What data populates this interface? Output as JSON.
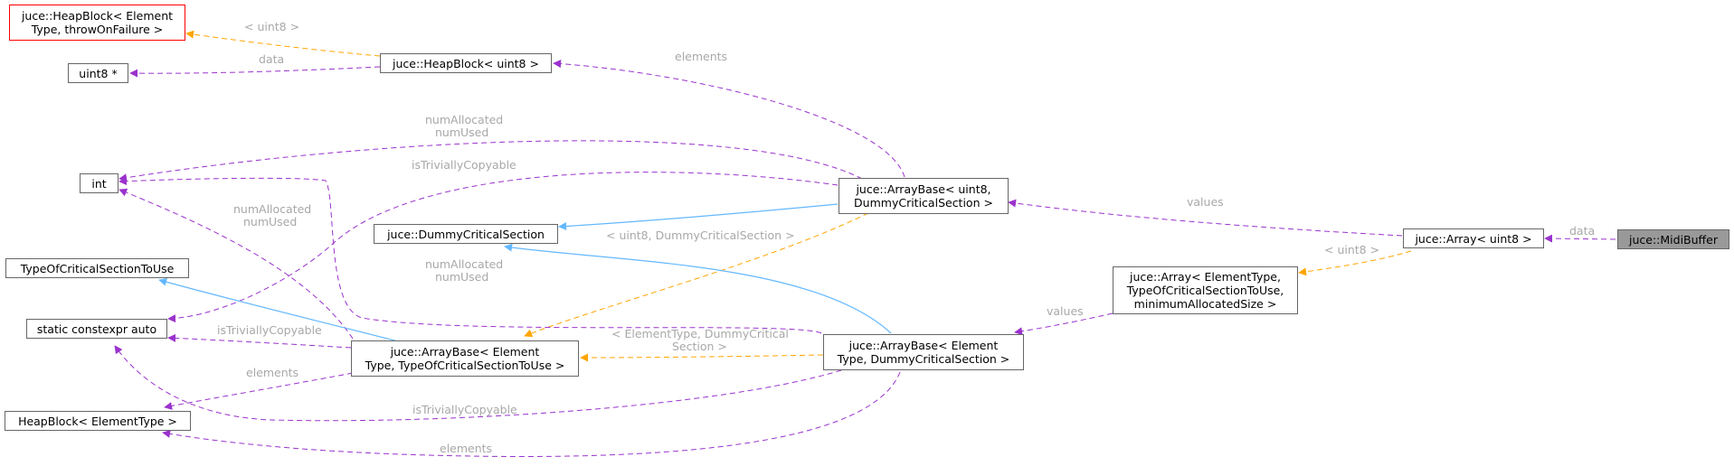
{
  "colors": {
    "member_edge": "#9a32cd",
    "template_edge": "#ffa500",
    "inherit_edge": "#63b8ff",
    "edge_label": "#a8a8a8",
    "node_border": "#666666",
    "root_fill": "#999999",
    "template_border": "#ff0000"
  },
  "nodes": {
    "midi_buffer": "juce::MidiBuffer",
    "array_uint8": "juce::Array< uint8 >",
    "array_generic": "juce::Array< ElementType,\nTypeOfCriticalSectionToUse,\nminimumAllocatedSize >",
    "arraybase_uint8": "juce::ArrayBase< uint8,\nDummyCriticalSection >",
    "arraybase_dummy": "juce::ArrayBase< Element\nType, DummyCriticalSection >",
    "arraybase_generic": "juce::ArrayBase< Element\nType, TypeOfCriticalSectionToUse >",
    "dummy_cs": "juce::DummyCriticalSection",
    "heapblock_uint8": "juce::HeapBlock< uint8 >",
    "heapblock_generic": "juce::HeapBlock< Element\nType, throwOnFailure >",
    "uint8_ptr": "uint8 *",
    "int": "int",
    "type_of_cs": "TypeOfCriticalSectionToUse",
    "static_auto": "static constexpr auto",
    "heapblock_elementtype": "HeapBlock< ElementType >"
  },
  "edge_labels": {
    "data_midi": "data",
    "tpl_array": "< uint8 >",
    "values_uint8": "values",
    "values_generic": "values",
    "elements_uint8": "elements",
    "numalloc_uint8": "numAllocated\nnumUsed",
    "trivial_uint8": "isTriviallyCopyable",
    "tpl_arraybase_uint8": "< uint8, DummyCriticalSection >",
    "tpl_heapblock": "< uint8 >",
    "data_heapblock": "data",
    "numalloc_generic": "numAllocated\nnumUsed",
    "trivial_generic": "isTriviallyCopyable",
    "elements_generic": "elements",
    "tpl_arraybase_dummy": "< ElementType, DummyCritical\nSection >",
    "numalloc_dummy": "numAllocated\nnumUsed",
    "trivial_dummy": "isTriviallyCopyable",
    "elements_dummy": "elements"
  }
}
